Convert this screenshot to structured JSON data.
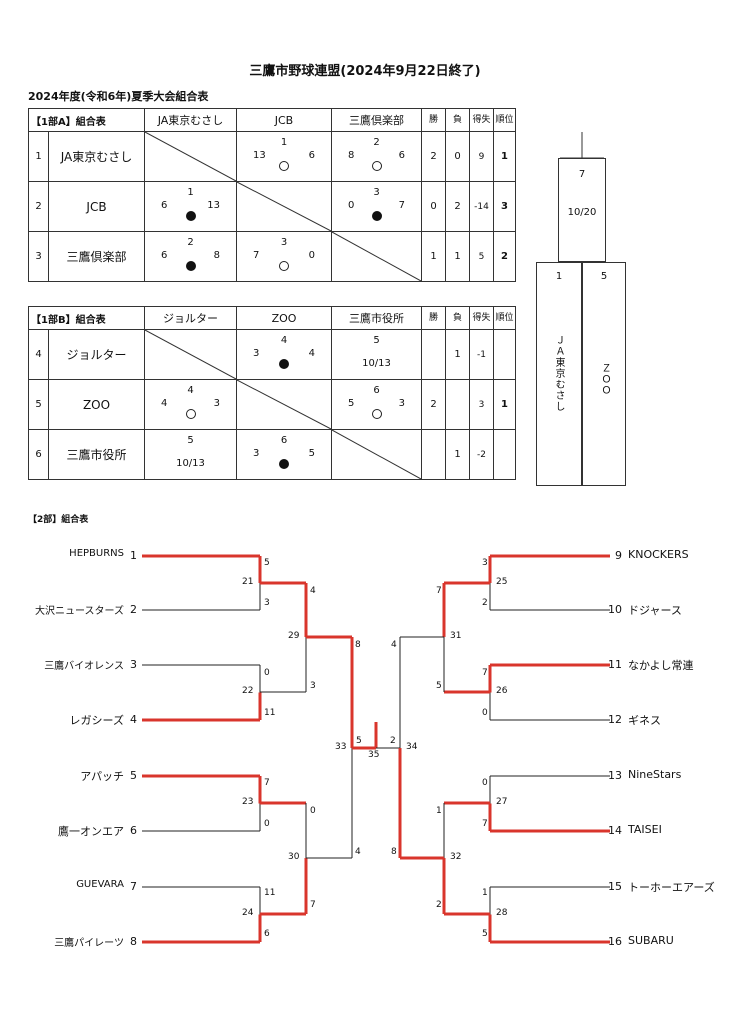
{
  "title": "三鷹市野球連盟(2024年9月22日終了)",
  "subtitle": "2024年度(令和6年)夏季大会組合表",
  "group_a": {
    "corner": "【1部A】組合表",
    "teams": [
      "JA東京むさし",
      "JCB",
      "三鷹倶楽部"
    ],
    "hdr_win": "勝",
    "hdr_loss": "負",
    "hdr_diff": "得失",
    "hdr_rank": "順位",
    "rows": [
      {
        "no": "1",
        "name": "JA東京むさし",
        "c2": {
          "gm": "1",
          "l": "13",
          "r": "6",
          "mark": "win"
        },
        "c3": {
          "gm": "2",
          "l": "8",
          "r": "6",
          "mark": "win"
        },
        "win": "2",
        "loss": "0",
        "diff": "9",
        "rank": "1"
      },
      {
        "no": "2",
        "name": "JCB",
        "c1": {
          "gm": "1",
          "l": "6",
          "r": "13",
          "mark": "loss"
        },
        "c3": {
          "gm": "3",
          "l": "0",
          "r": "7",
          "mark": "loss"
        },
        "win": "0",
        "loss": "2",
        "diff": "-14",
        "rank": "3"
      },
      {
        "no": "3",
        "name": "三鷹倶楽部",
        "c1": {
          "gm": "2",
          "l": "6",
          "r": "8",
          "mark": "loss"
        },
        "c2": {
          "gm": "3",
          "l": "7",
          "r": "0",
          "mark": "win"
        },
        "win": "1",
        "loss": "1",
        "diff": "5",
        "rank": "2"
      }
    ]
  },
  "group_b": {
    "corner": "【1部B】組合表",
    "teams": [
      "ジョルター",
      "ZOO",
      "三鷹市役所"
    ],
    "hdr_win": "勝",
    "hdr_loss": "負",
    "hdr_diff": "得失",
    "hdr_rank": "順位",
    "rows": [
      {
        "no": "4",
        "name": "ジョルター",
        "c2": {
          "gm": "4",
          "l": "3",
          "r": "4",
          "mark": "loss"
        },
        "c3": {
          "gm": "5",
          "date": "10/13"
        },
        "win": "",
        "loss": "1",
        "diff": "-1",
        "rank": ""
      },
      {
        "no": "5",
        "name": "ZOO",
        "c1": {
          "gm": "4",
          "l": "4",
          "r": "3",
          "mark": "win"
        },
        "c3": {
          "gm": "6",
          "l": "5",
          "r": "3",
          "mark": "win"
        },
        "win": "2",
        "loss": "",
        "diff": "3",
        "rank": "1"
      },
      {
        "no": "6",
        "name": "三鷹市役所",
        "c1": {
          "gm": "5",
          "date": "10/13"
        },
        "c2": {
          "gm": "6",
          "l": "3",
          "r": "5",
          "mark": "loss"
        },
        "win": "",
        "loss": "1",
        "diff": "-2",
        "rank": ""
      }
    ]
  },
  "final": {
    "game": "7",
    "date": "10/20",
    "left_seed": "1",
    "left_name": "ＪＡ東京むさし",
    "right_seed": "5",
    "right_name": "ＺＯＯ"
  },
  "division2": {
    "label": "【2部】組合表",
    "left_teams": [
      {
        "seed": "1",
        "name": "HEPBURNS"
      },
      {
        "seed": "2",
        "name": "大沢ニュースターズ"
      },
      {
        "seed": "3",
        "name": "三鷹バイオレンス"
      },
      {
        "seed": "4",
        "name": "レガシーズ"
      },
      {
        "seed": "5",
        "name": "アパッチ"
      },
      {
        "seed": "6",
        "name": "鷹一オンエア"
      },
      {
        "seed": "7",
        "name": "GUEVARA"
      },
      {
        "seed": "8",
        "name": "三鷹パイレーツ"
      }
    ],
    "right_teams": [
      {
        "seed": "9",
        "name": "KNOCKERS"
      },
      {
        "seed": "10",
        "name": "ドジャース"
      },
      {
        "seed": "11",
        "name": "なかよし常連"
      },
      {
        "seed": "12",
        "name": "ギネス"
      },
      {
        "seed": "13",
        "name": "NineStars"
      },
      {
        "seed": "14",
        "name": "TAISEI"
      },
      {
        "seed": "15",
        "name": "トーホーエアーズ"
      },
      {
        "seed": "16",
        "name": "SUBARU"
      }
    ],
    "game_numbers": {
      "g21": "21",
      "g22": "22",
      "g23": "23",
      "g24": "24",
      "g25": "25",
      "g26": "26",
      "g27": "27",
      "g28": "28",
      "g29": "29",
      "g30": "30",
      "g31": "31",
      "g32": "32",
      "g33": "33",
      "g34": "34",
      "g35": "35"
    },
    "scores": {
      "s21a": "5",
      "s21b": "3",
      "s22a": "0",
      "s22b": "11",
      "s23a": "7",
      "s23b": "0",
      "s24a": "11",
      "s24b": "6",
      "s29a": "4",
      "s29b": "3",
      "s30a": "0",
      "s30b": "7",
      "s33a": "8",
      "s33b": "4",
      "s35l": "5",
      "s25a": "3",
      "s25b": "2",
      "s26a": "7",
      "s26b": "0",
      "s27a": "0",
      "s27b": "7",
      "s28a": "1",
      "s28b": "5",
      "s31a": "7",
      "s31b": "5",
      "s32a": "1",
      "s32b": "2",
      "s34a": "4",
      "s34b": "8",
      "s35r": "2"
    },
    "win_color": "#d9352c"
  }
}
